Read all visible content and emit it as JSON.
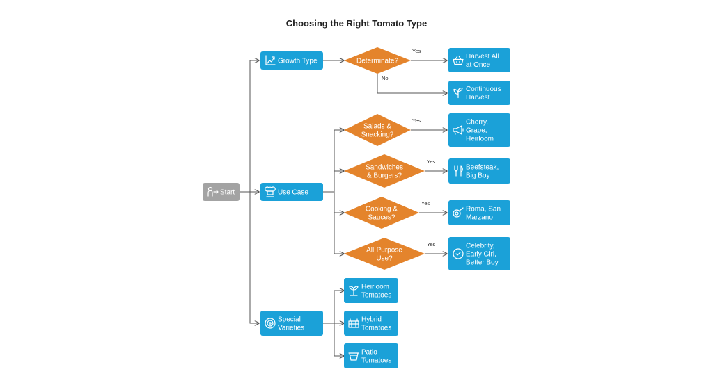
{
  "title": "Choosing the Right Tomato Type",
  "colors": {
    "process": "#1ba1d8",
    "decision": "#e4842c",
    "start": "#a3a3a3",
    "line": "#555555",
    "text": "#ffffff"
  },
  "nodes": {
    "start": {
      "lines": [
        "Start"
      ],
      "icon": "person-arrow-icon"
    },
    "growth_type": {
      "lines": [
        "Growth Type"
      ],
      "icon": "growth-chart-icon"
    },
    "use_case": {
      "lines": [
        "Use Case"
      ],
      "icon": "chef-icon"
    },
    "special_varieties": {
      "lines": [
        "Special",
        "Varieties"
      ],
      "icon": "target-icon"
    },
    "determinate": {
      "lines": [
        "Determinate?"
      ]
    },
    "harvest_all": {
      "lines": [
        "Harvest All",
        "at Once"
      ],
      "icon": "basket-icon"
    },
    "continuous": {
      "lines": [
        "Continuous",
        "Harvest"
      ],
      "icon": "plant-icon"
    },
    "salads": {
      "lines": [
        "Salads &",
        "Snacking?"
      ]
    },
    "cherry": {
      "lines": [
        "Cherry,",
        "Grape,",
        "Heirloom"
      ],
      "icon": "megaphone-icon"
    },
    "sandwiches": {
      "lines": [
        "Sandwiches",
        "& Burgers?"
      ]
    },
    "beefsteak": {
      "lines": [
        "Beefsteak,",
        "Big Boy"
      ],
      "icon": "utensils-icon"
    },
    "cooking": {
      "lines": [
        "Cooking &",
        "Sauces?"
      ]
    },
    "roma": {
      "lines": [
        "Roma, San",
        "Marzano"
      ],
      "icon": "sauce-icon"
    },
    "all_purpose": {
      "lines": [
        "All-Purpose",
        "Use?"
      ]
    },
    "celebrity": {
      "lines": [
        "Celebrity,",
        "Early Girl,",
        "Better Boy"
      ],
      "icon": "badge-icon"
    },
    "heirloom_tomatoes": {
      "lines": [
        "Heirloom",
        "Tomatoes"
      ],
      "icon": "sprout-icon"
    },
    "hybrid_tomatoes": {
      "lines": [
        "Hybrid",
        "Tomatoes"
      ],
      "icon": "crate-icon"
    },
    "patio_tomatoes": {
      "lines": [
        "Patio",
        "Tomatoes"
      ],
      "icon": "pot-icon"
    }
  },
  "edge_labels": {
    "determinate_yes": "Yes",
    "determinate_no": "No",
    "salads_yes": "Yes",
    "sandwiches_yes": "Yes",
    "cooking_yes": "Yes",
    "all_purpose_yes": "Yes"
  }
}
